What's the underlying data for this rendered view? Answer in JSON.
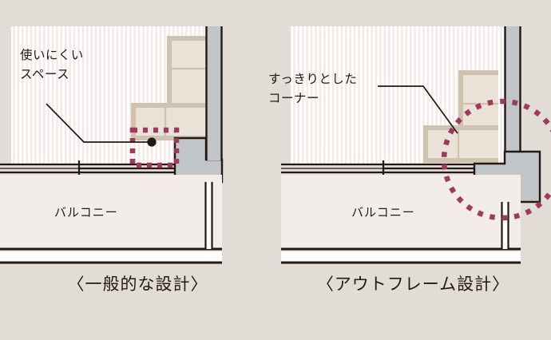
{
  "figure": {
    "title_visible": false,
    "background_color": "#e2dcd6",
    "type": "architectural-floor-plan-comparison",
    "panels": [
      {
        "id": "left",
        "caption": "〈一般的な設計〉",
        "annotation_lines": [
          "使いにくい",
          "スペース"
        ],
        "annotation_target": "dead-space-at-interior-column",
        "room_label": "バルコニー",
        "column_placement": "inside",
        "highlight_shape": "dashed-rectangle",
        "highlight_color": "#9e3b5c"
      },
      {
        "id": "right",
        "caption": "〈アウトフレーム設計〉",
        "annotation_lines": [
          "すっきりとした",
          "コーナー"
        ],
        "annotation_target": "clean-interior-corner",
        "room_label": "バルコニー",
        "column_placement": "outside",
        "highlight_shape": "dashed-circle",
        "highlight_color": "#9e3b5c"
      }
    ]
  },
  "colors": {
    "background": "#e2dcd6",
    "wall_stripe_light": "#ffffff",
    "wall_stripe_dark": "#f4e9e6",
    "balcony_fill": "#f2ede8",
    "column_fill": "#c2c5c7",
    "furniture_outer": "#cfc2b0",
    "furniture_inner": "#eae2d6",
    "line_dark": "#231815",
    "accent_dashed": "#9e3b5c"
  },
  "labels": {
    "annotation_left_line1": "使いにくい",
    "annotation_left_line2": "スペース",
    "annotation_right_line1": "すっきりとした",
    "annotation_right_line2": "コーナー",
    "balcony_left": "バルコニー",
    "balcony_right": "バルコニー",
    "caption_left": "〈一般的な設計〉",
    "caption_right": "〈アウトフレーム設計〉"
  }
}
